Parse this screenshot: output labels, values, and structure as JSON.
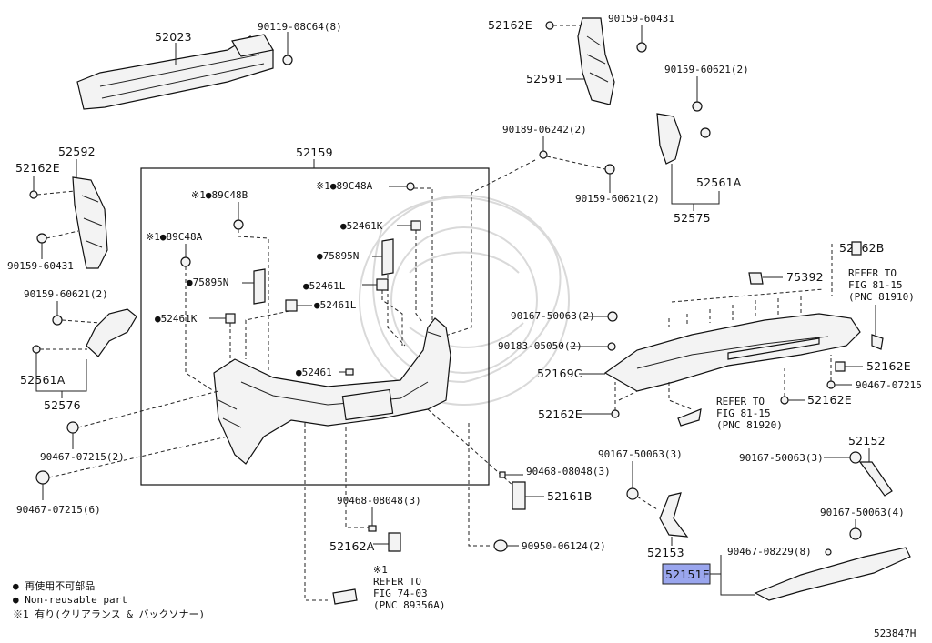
{
  "diagram_id": "523847H",
  "highlighted_part": "52151E",
  "labels": {
    "p52023": "52023",
    "p90119": "90119-08C64(8)",
    "p52162E_top": "52162E",
    "p90159_60431_top": "90159-60431",
    "p52591": "52591",
    "p90159_60621_r": "90159-60621(2)",
    "p90189": "90189-06242(2)",
    "p90159_60621_m": "90159-60621(2)",
    "p52561A_r": "52561A",
    "p52575": "52575",
    "p52592": "52592",
    "p52162E_l": "52162E",
    "p90159_60431_l": "90159-60431",
    "p52159": "52159",
    "p89C48B": "※1●89C48B",
    "p89C48A_top": "※1●89C48A",
    "p89C48A_l": "※1●89C48A",
    "p52461K_top": "●52461K",
    "p75895N_r": "●75895N",
    "p75895N_l": "●75895N",
    "p52461L_top": "●52461L",
    "p52461L_2": "●52461L",
    "p52461K_l": "●52461K",
    "p52461": "●52461",
    "p90159_60621_l": "90159-60621(2)",
    "p52561A_l": "52561A",
    "p52576": "52576",
    "p90467_07215_2": "90467-07215(2)",
    "p90467_07215_6": "90467-07215(6)",
    "p52162B": "52162B",
    "p75392": "75392",
    "refer1_a": "REFER TO",
    "refer1_b": "FIG 81-15",
    "refer1_c": "(PNC 81910)",
    "p90167_50063_2": "90167-50063(2)",
    "p90183": "90183-05050(2)",
    "p52169C": "52169C",
    "p52162E_m": "52162E",
    "p52162E_r1": "52162E",
    "p52162E_r2": "52162E",
    "p90467_07215_r": "90467-07215",
    "refer2_a": "REFER TO",
    "refer2_b": "FIG 81-15",
    "refer2_c": "(PNC 81920)",
    "p90167_50063_3a": "90167-50063(3)",
    "p52152": "52152",
    "p90167_50063_3b": "90167-50063(3)",
    "p90468_08048_3a": "90468-08048(3)",
    "p52161B": "52161B",
    "p90468_08048_3b": "90468-08048(3)",
    "p52162A": "52162A",
    "p90950": "90950-06124(2)",
    "p52153": "52153",
    "p90167_50063_4": "90167-50063(4)",
    "p90467_08229": "90467-08229(8)",
    "p52151E": "52151E",
    "refer3_a": "※1",
    "refer3_b": "REFER TO",
    "refer3_c": "FIG 74-03",
    "refer3_d": "(PNC 89356A)",
    "legend1": "● 再使用不可部品",
    "legend2": "● Non-reusable part",
    "legend3": "※1 有り(クリアランス & バックソナー)"
  }
}
